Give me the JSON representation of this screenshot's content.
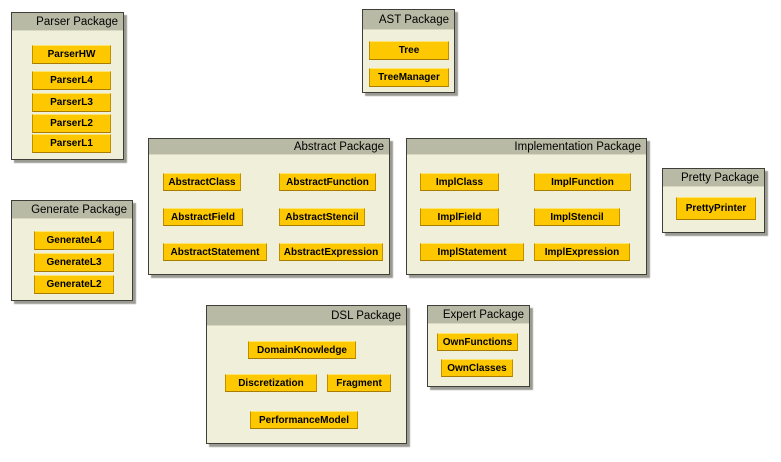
{
  "diagram": {
    "title": "UML package diagram",
    "background": "#ffffff",
    "colors": {
      "package_header": "#b9baa5",
      "package_body": "#f0efda",
      "package_border": "#3f3f3a",
      "package_shadow": "#9b9b93",
      "class_fill": "#fdc800",
      "class_border": "#bf8f00",
      "text": "#000000"
    },
    "packages": [
      {
        "name": "Parser Package",
        "classes": [
          "ParserHW",
          "ParserL4",
          "ParserL3",
          "ParserL2",
          "ParserL1"
        ]
      },
      {
        "name": "AST Package",
        "classes": [
          "Tree",
          "TreeManager"
        ]
      },
      {
        "name": "Abstract Package",
        "classes": [
          "AbstractClass",
          "AbstractFunction",
          "AbstractField",
          "AbstractStencil",
          "AbstractStatement",
          "AbstractExpression"
        ]
      },
      {
        "name": "Implementation Package",
        "classes": [
          "ImplClass",
          "ImplFunction",
          "ImplField",
          "ImplStencil",
          "ImplStatement",
          "ImplExpression"
        ]
      },
      {
        "name": "Pretty Package",
        "classes": [
          "PrettyPrinter"
        ]
      },
      {
        "name": "Generate Package",
        "classes": [
          "GenerateL4",
          "GenerateL3",
          "GenerateL2"
        ]
      },
      {
        "name": "DSL Package",
        "classes": [
          "DomainKnowledge",
          "Discretization",
          "Fragment",
          "PerformanceModel"
        ]
      },
      {
        "name": "Expert Package",
        "classes": [
          "OwnFunctions",
          "OwnClasses"
        ]
      }
    ]
  }
}
